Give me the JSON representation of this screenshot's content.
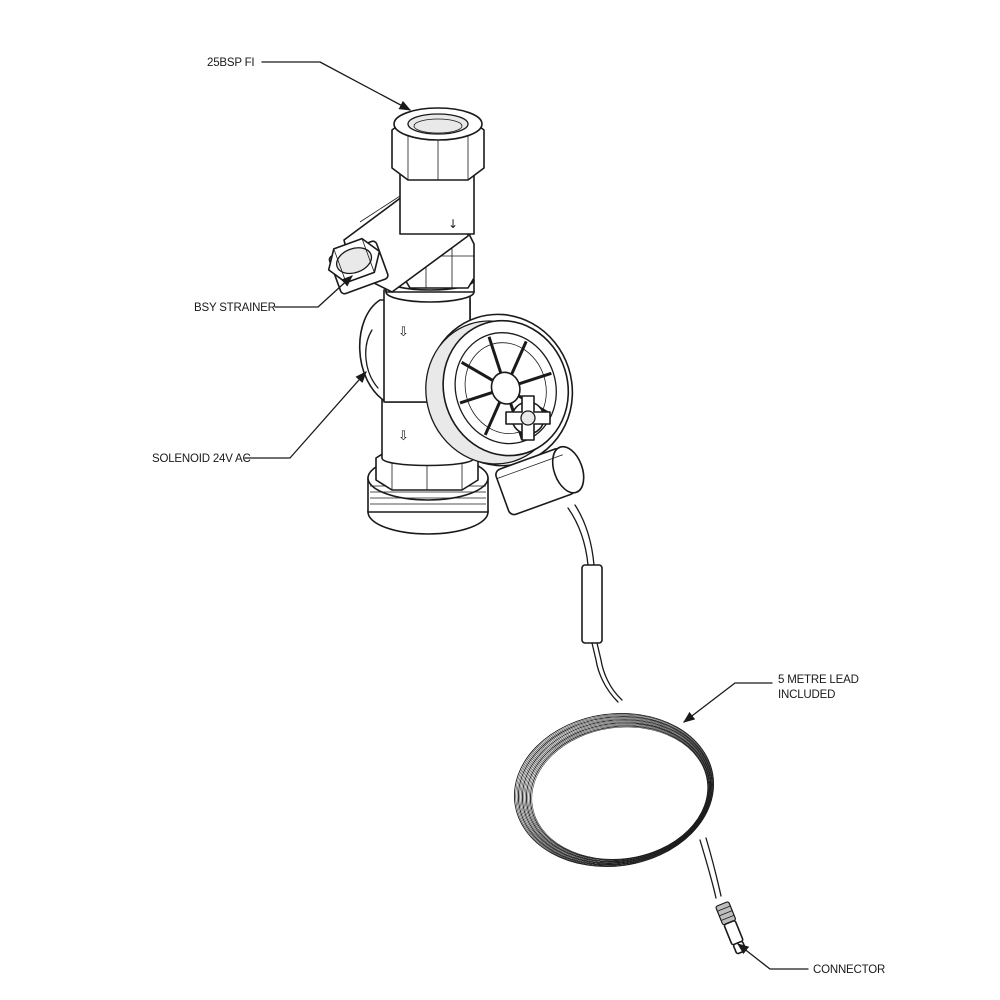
{
  "labels": {
    "inlet": "25BSP FI",
    "strainer": "BSY STRAINER",
    "solenoid": "SOLENOID 24V AC",
    "lead_line1": "5 METRE LEAD",
    "lead_line2": "INCLUDED",
    "connector": "CONNECTOR"
  },
  "colors": {
    "ink": "#1a1a1a",
    "background": "#ffffff"
  }
}
